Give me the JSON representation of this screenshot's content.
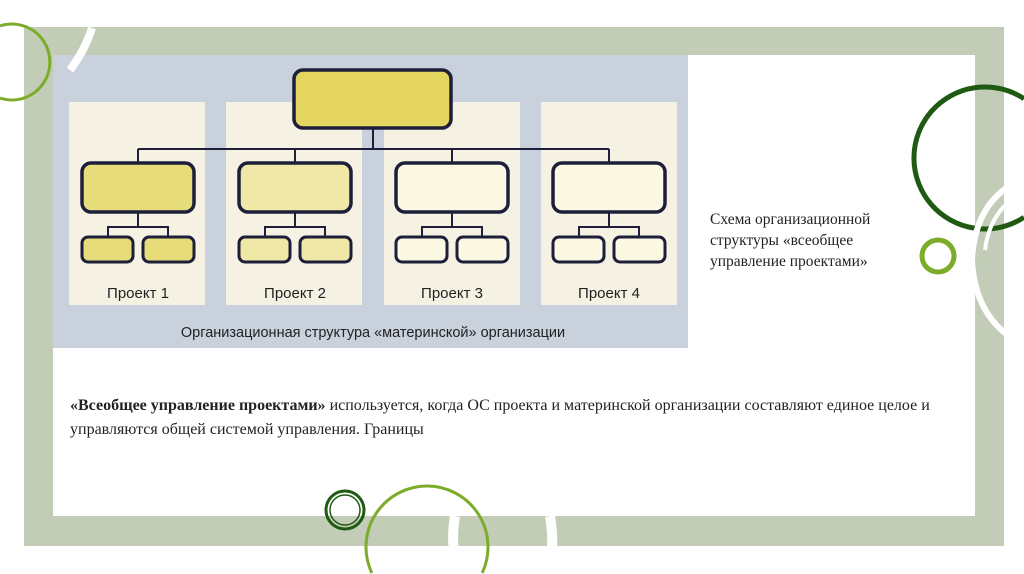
{
  "diagram": {
    "projects": [
      {
        "label": "Проект 1",
        "fill": "#e6dc7a",
        "sub_fill": "#e6dc7a"
      },
      {
        "label": "Проект 2",
        "fill": "#efe8a6",
        "sub_fill": "#efe8a6"
      },
      {
        "label": "Проект 3",
        "fill": "#fbf8e4",
        "sub_fill": "#fbf8e4"
      },
      {
        "label": "Проект 4",
        "fill": "#fbf8e4",
        "sub_fill": "#fbf8e4"
      }
    ],
    "root_fill": "#e3d560",
    "caption": "Организационная структура «материнской» организации",
    "line_color": "#1d1f3a",
    "bg_color": "#c9d1dd",
    "column_bg": "#f5f2e4"
  },
  "side_caption": "Схема организационной структуры «всеобщее управление проектами»",
  "body": {
    "bold": "«Всеобщее управление проектами»",
    "rest": " используется, когда ОС проекта и материнской организации составляют единое целое и управляются общей системой управления. Границы"
  },
  "colors": {
    "frame": "#c2ccb6",
    "dark_green": "#1f5a12",
    "light_green": "#7cac2a"
  }
}
